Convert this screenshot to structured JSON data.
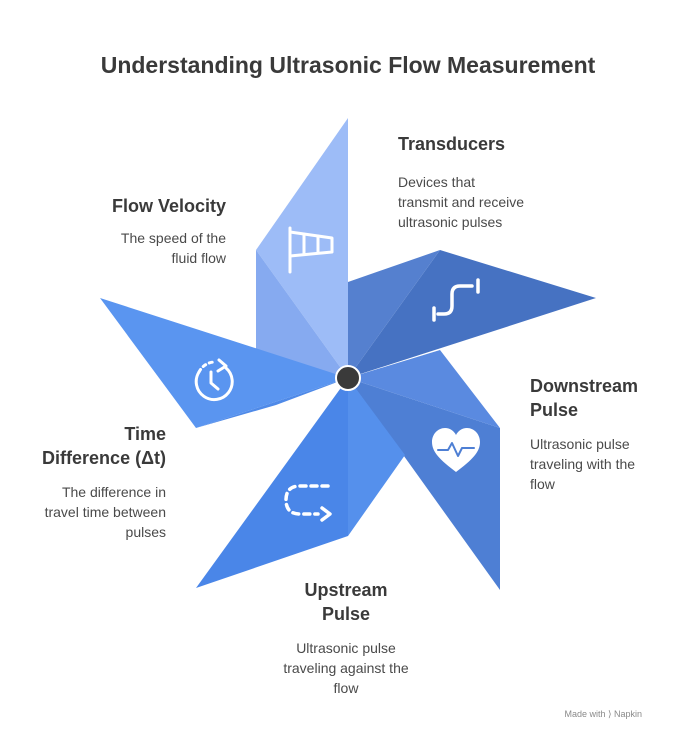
{
  "title": "Understanding Ultrasonic Flow Measurement",
  "colors": {
    "flow_velocity": "#92b4f4",
    "transducers": "#4a73c4",
    "downstream": "#4f82d6",
    "upstream": "#4f8ae8",
    "time_difference": "#5b94ee",
    "hub": "#3a3a3a",
    "icon": "#ffffff"
  },
  "sections": {
    "transducers": {
      "title": "Transducers",
      "description_lines": [
        "Devices that",
        "transmit and receive",
        "ultrasonic pulses"
      ],
      "icon": "pipe-icon"
    },
    "flow_velocity": {
      "title": "Flow Velocity",
      "description_lines": [
        "The speed of the",
        "fluid flow"
      ],
      "icon": "windsock-icon"
    },
    "downstream": {
      "title_lines": [
        "Downstream",
        "Pulse"
      ],
      "description_lines": [
        "Ultrasonic pulse",
        "traveling with the",
        "flow"
      ],
      "icon": "heartbeat-icon"
    },
    "time_difference": {
      "title_lines": [
        "Time",
        "Difference (Δt)"
      ],
      "description_lines": [
        "The difference in",
        "travel time between",
        "pulses"
      ],
      "icon": "stopwatch-icon"
    },
    "upstream": {
      "title_lines": [
        "Upstream",
        "Pulse"
      ],
      "description_lines": [
        "Ultrasonic pulse",
        "traveling against the",
        "flow"
      ],
      "icon": "dashed-return-arrow-icon"
    }
  },
  "footer": "Made with  ⟩ Napkin"
}
